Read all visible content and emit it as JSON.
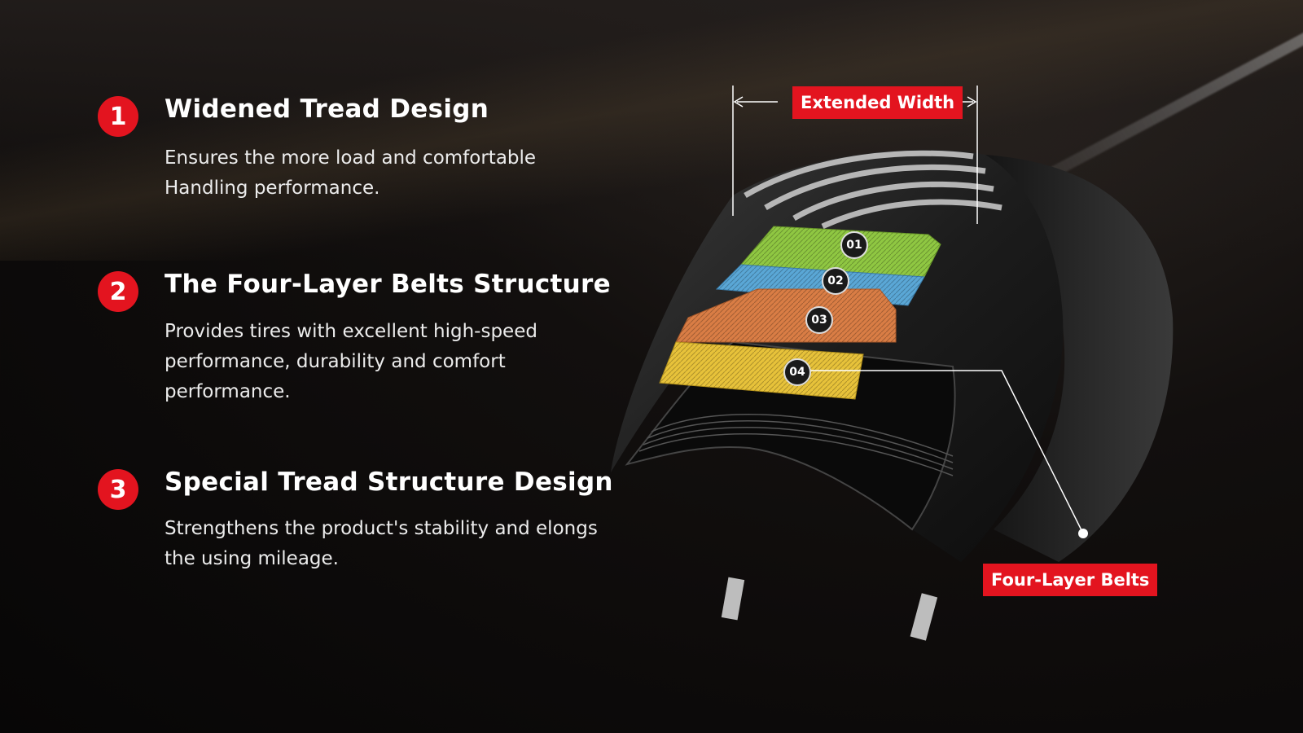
{
  "features": [
    {
      "number": "1",
      "title": "Widened Tread Design",
      "description": "Ensures the more load and comfortable Handling performance."
    },
    {
      "number": "2",
      "title": "The Four-Layer Belts Structure",
      "description": "Provides tires with excellent high-speed performance, durability and comfort performance."
    },
    {
      "number": "3",
      "title": "Special Tread Structure Design",
      "description": "Strengthens the product's stability and elongs the using mileage."
    }
  ],
  "diagram": {
    "width_label": "Extended Width",
    "belts_label": "Four-Layer Belts",
    "layers": [
      {
        "label": "01",
        "color": "#8fc742"
      },
      {
        "label": "02",
        "color": "#5aa7d6"
      },
      {
        "label": "03",
        "color": "#d97d45"
      },
      {
        "label": "04",
        "color": "#e7c23a"
      }
    ]
  },
  "colors": {
    "accent": "#e3141f",
    "background": "#0b0909"
  }
}
